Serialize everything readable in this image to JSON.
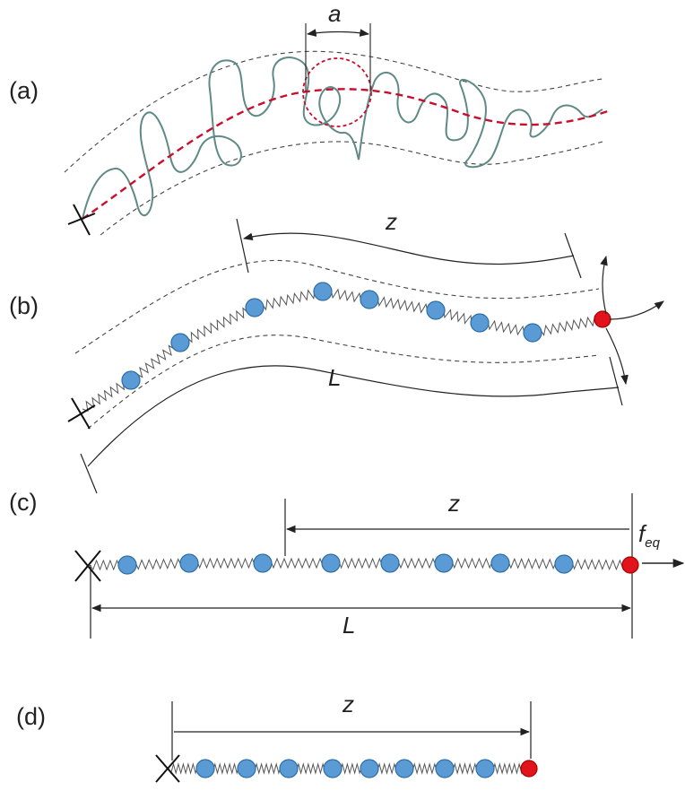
{
  "panels": {
    "a": {
      "label": "(a)",
      "symbol": "a"
    },
    "b": {
      "label": "(b)",
      "symbol_z": "z",
      "symbol_L": "L"
    },
    "c": {
      "label": "(c)",
      "symbol_z": "z",
      "symbol_L": "L",
      "force_base": "f",
      "force_sub": "eq"
    },
    "d": {
      "label": "(d)",
      "symbol_z": "z"
    }
  },
  "colors": {
    "bead": "#5b9bd5",
    "bead_stroke": "#2e6da4",
    "end_bead": "#e0141a",
    "chain": "#5f8a86",
    "primitive_path": "#c8102e",
    "spring": "#555555",
    "line": "#222222"
  }
}
